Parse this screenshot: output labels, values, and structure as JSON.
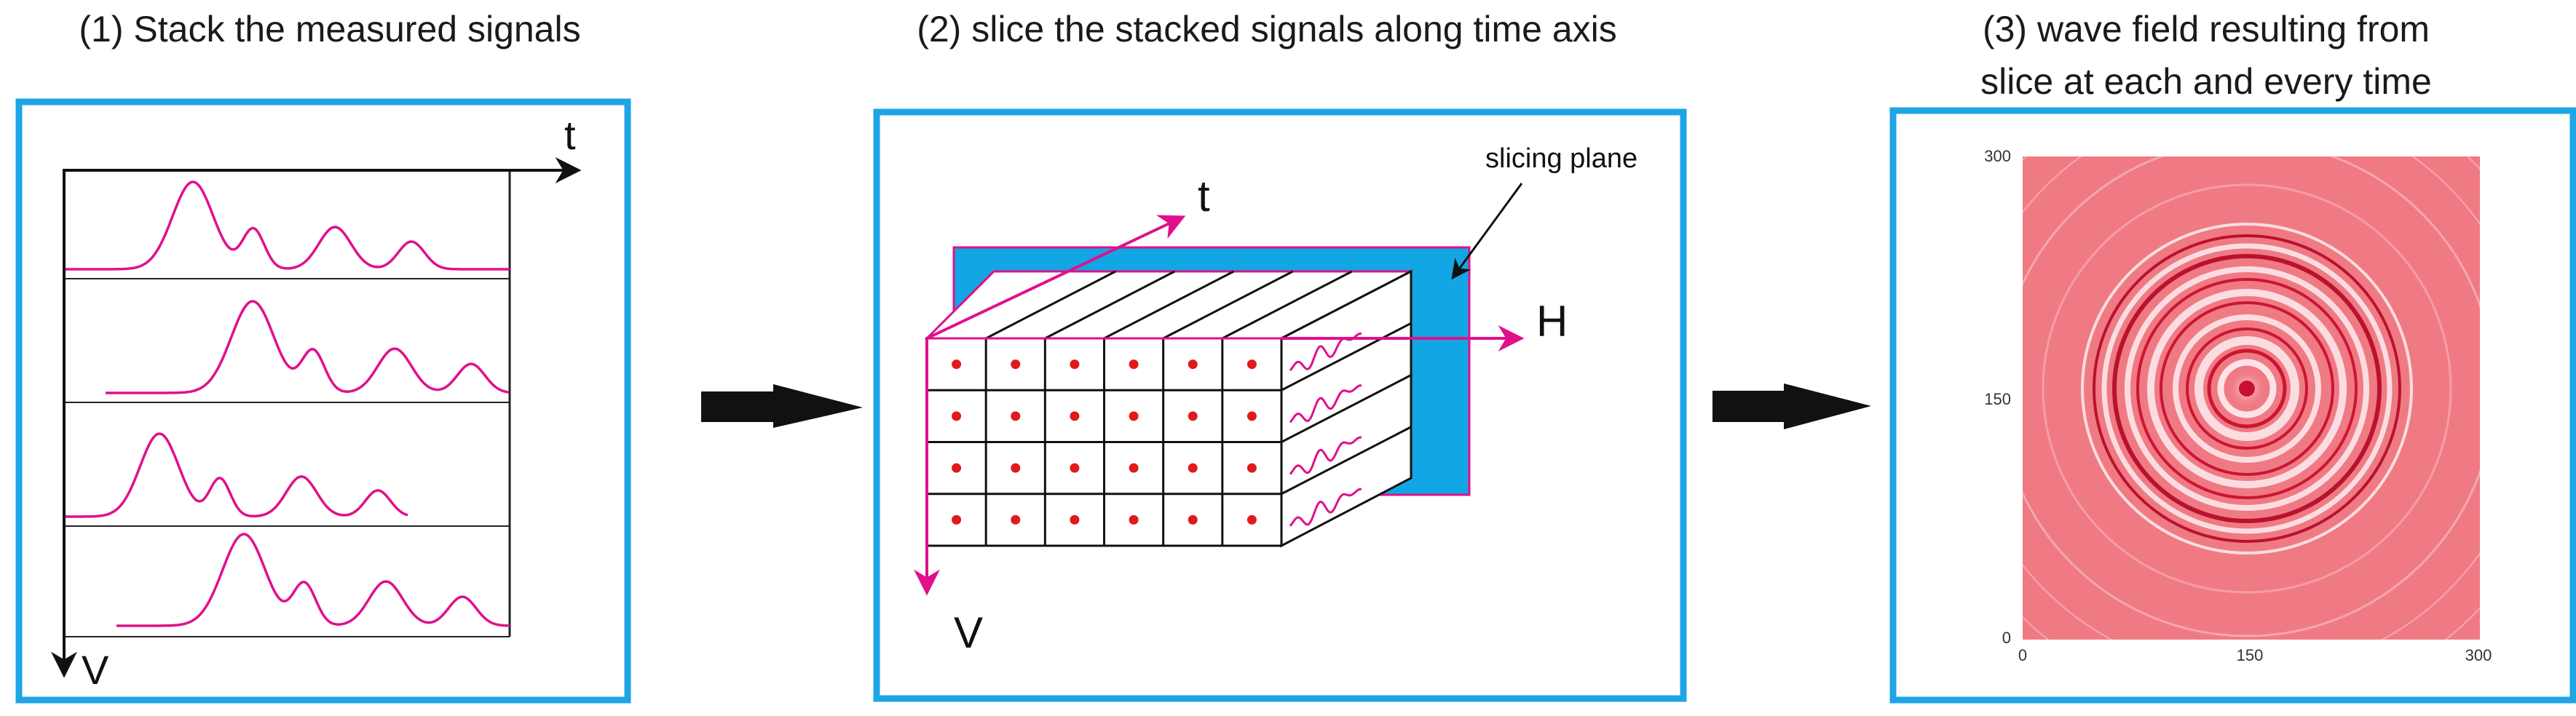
{
  "titles": {
    "panel1": "(1) Stack the measured signals",
    "panel2": "(2) slice the stacked signals along time axis",
    "panel3_line1": "(3) wave field resulting from",
    "panel3_line2": "slice at each and every time"
  },
  "panel1": {
    "axis_t": "t",
    "axis_v": "V"
  },
  "panel2": {
    "axis_t": "t",
    "axis_h": "H",
    "axis_v": "V",
    "slicing_label": "slicing plane"
  },
  "panel3": {
    "y_ticks": [
      "300",
      "150",
      "0"
    ],
    "x_ticks": [
      "0",
      "150",
      "300"
    ]
  },
  "colors": {
    "frame": "#1ea5e6",
    "signal": "#e0108c",
    "plane": "#12a6e4",
    "dot": "#e01a1a",
    "field_bg": "#f07a84",
    "ring_dark": "#c8102e",
    "ring_light": "#fbe3e6",
    "arrow": "#111111"
  }
}
